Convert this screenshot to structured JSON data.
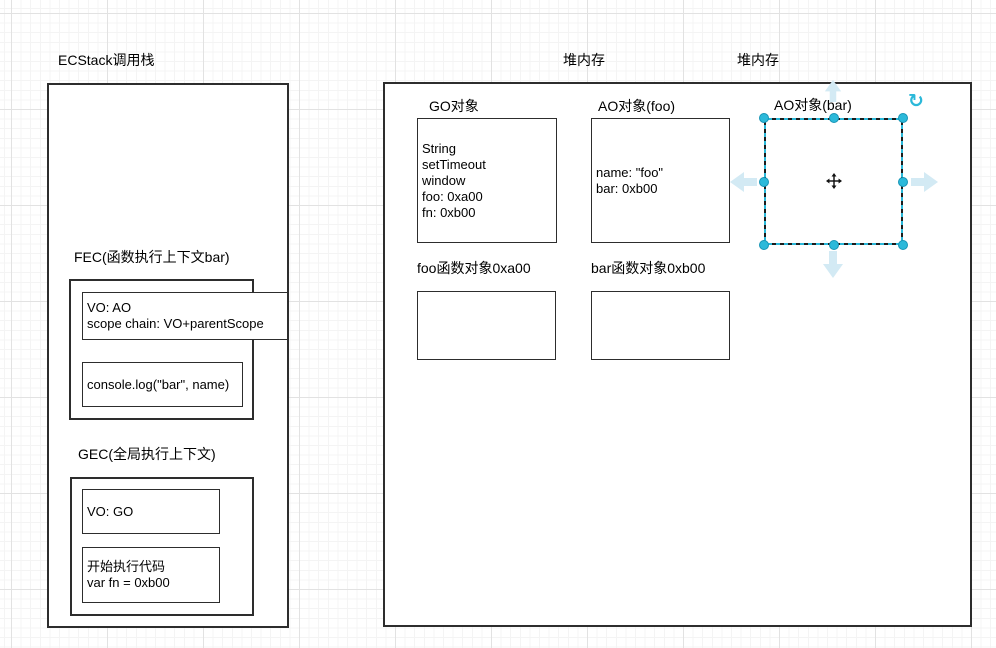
{
  "colors": {
    "accent": "#2bb8d9",
    "accent_pale": "#d3eaf4",
    "shape_border": "#2d2d2d",
    "grid_minor": "#f4f4f4",
    "grid_major": "#e2e2e2",
    "text": "#000000"
  },
  "stack": {
    "title": "ECStack调用栈",
    "fec": {
      "label": "FEC(函数执行上下文bar)",
      "vo_lines": [
        "VO: AO",
        "scope chain: VO+parentScope"
      ],
      "code": "console.log(\"bar\", name)"
    },
    "gec": {
      "label": "GEC(全局执行上下文)",
      "vo": "VO: GO",
      "code_lines": [
        "开始执行代码",
        "var fn = 0xb00"
      ]
    }
  },
  "heap": {
    "title_left": "堆内存",
    "title_right": "堆内存",
    "go_object": {
      "label": "GO对象",
      "lines": [
        "String",
        "setTimeout",
        "window",
        "foo: 0xa00",
        "fn: 0xb00"
      ]
    },
    "ao_foo": {
      "label": "AO对象(foo)",
      "lines": [
        "name: \"foo\"",
        "bar: 0xb00"
      ]
    },
    "ao_bar": {
      "label": "AO对象(bar)"
    },
    "foo_fn": {
      "label": "foo函数对象0xa00"
    },
    "bar_fn": {
      "label": "bar函数对象0xb00"
    }
  },
  "selection": {
    "rotate_glyph": "↻",
    "icons": {
      "rotate": "rotate-clockwise-icon",
      "move": "move-cross-icon",
      "arrows": [
        "arrow-up-icon",
        "arrow-down-icon",
        "arrow-left-icon",
        "arrow-right-icon"
      ]
    }
  }
}
